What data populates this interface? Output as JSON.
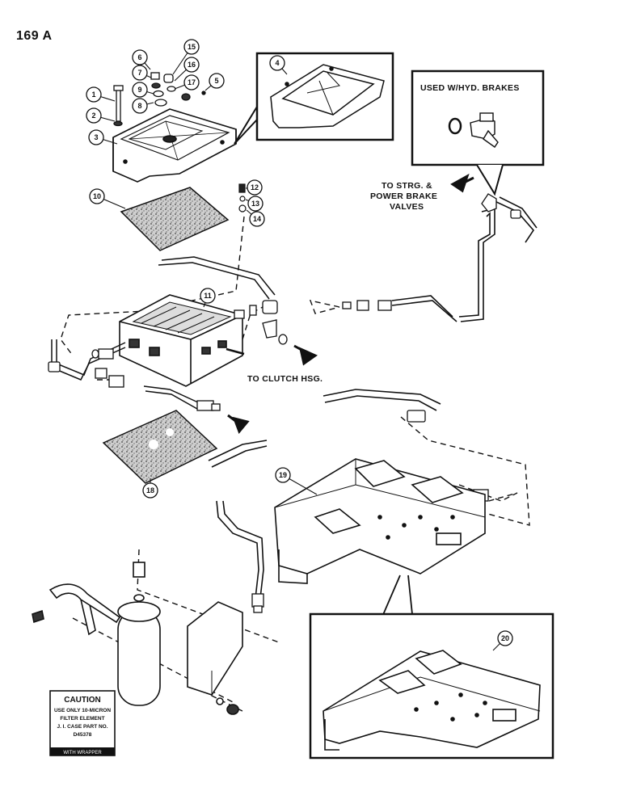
{
  "page": {
    "number": "169 A"
  },
  "callouts": [
    "1",
    "2",
    "3",
    "4",
    "5",
    "6",
    "7",
    "8",
    "9",
    "10",
    "11",
    "12",
    "13",
    "14",
    "15",
    "16",
    "17",
    "18",
    "19",
    "20"
  ],
  "notes": {
    "hyd_brakes": "USED W/HYD. BRAKES",
    "to_strg_1": "TO STRG. &",
    "to_strg_2": "POWER BRAKE",
    "to_strg_3": "VALVES",
    "to_clutch": "TO CLUTCH HSG."
  },
  "caution": {
    "title": "CAUTION",
    "line1": "USE ONLY 10-MICRON",
    "line2": "FILTER ELEMENT",
    "line3": "J. I. CASE PART NO.",
    "line4": "D45378",
    "footer": "WITH WRAPPER"
  },
  "colors": {
    "ink": "#111111",
    "paper": "#ffffff",
    "hatch": "#555555"
  }
}
